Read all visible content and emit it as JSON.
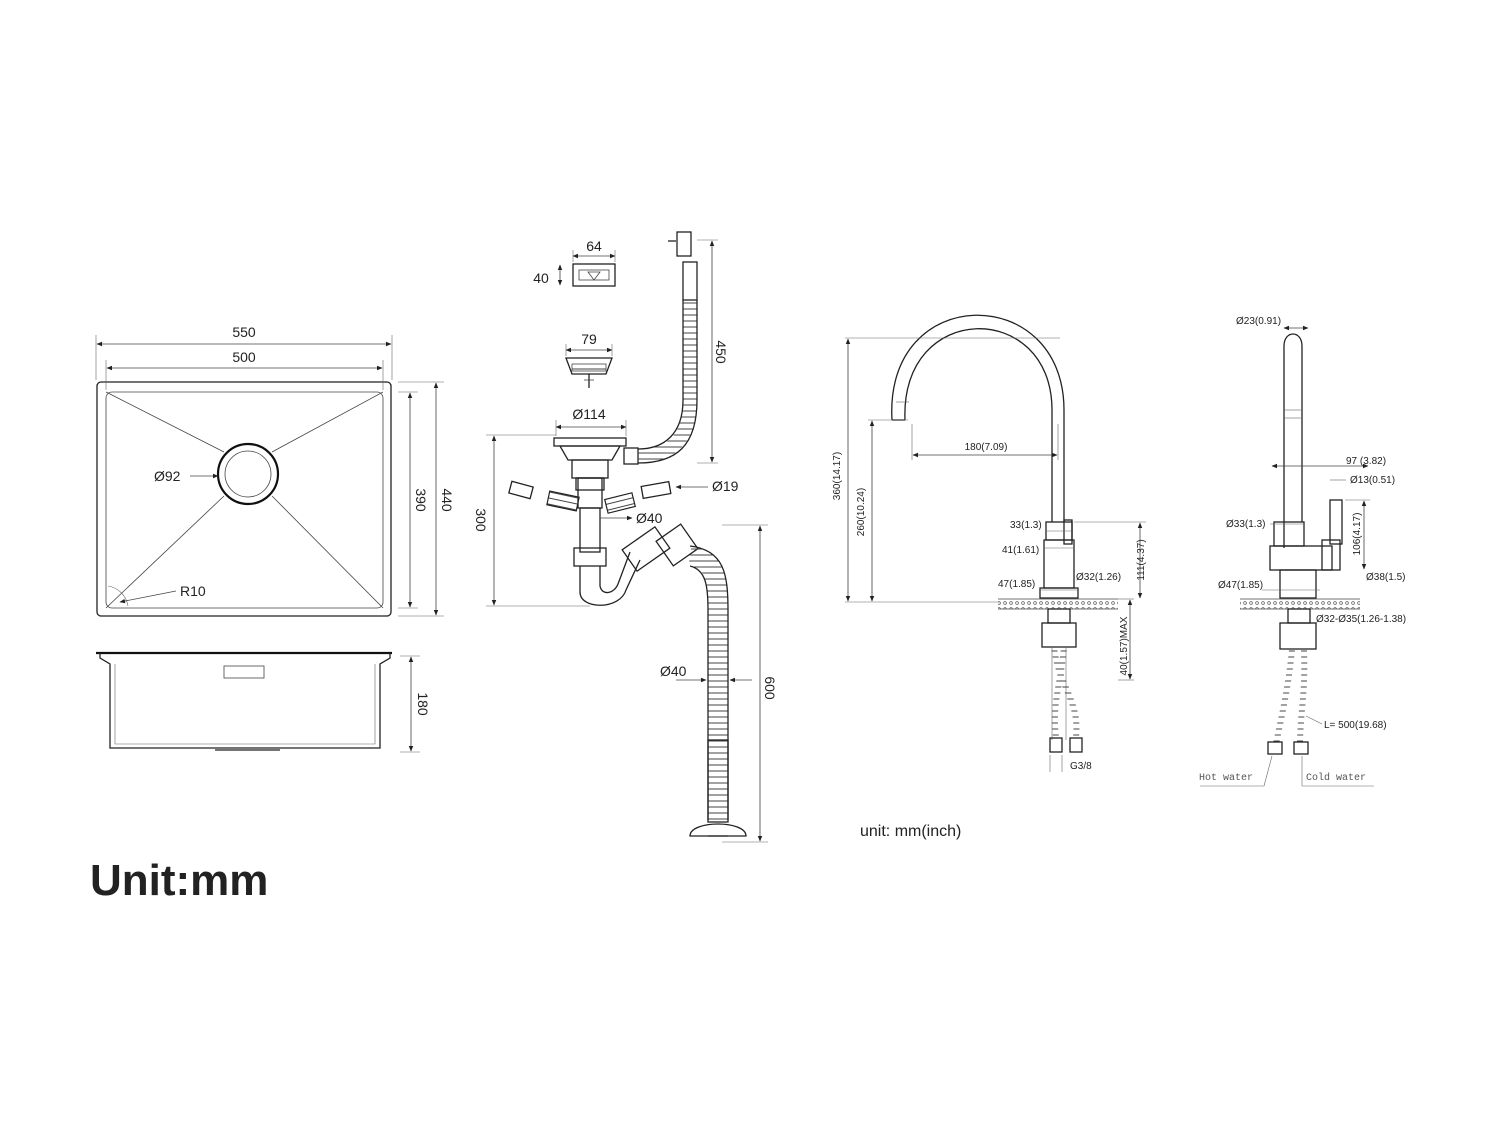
{
  "sink": {
    "outer_width": "550",
    "inner_width": "500",
    "drain_diameter": "Ø92",
    "corner_radius": "R10",
    "inner_depth": "390",
    "outer_depth": "440",
    "bowl_height": "180"
  },
  "drain_kit": {
    "overflow_width": "64",
    "overflow_height": "40",
    "basket_diameter": "79",
    "flange_diameter": "Ø114",
    "overflow_hose_length": "450",
    "trap_height": "300",
    "small_pipe_diameter": "Ø19",
    "trap_pipe_diameter": "Ø40",
    "waste_pipe_diameter": "Ø40",
    "waste_pipe_length": "600"
  },
  "faucet_front": {
    "total_height": "360(14.17)",
    "spout_height": "260(10.24)",
    "spout_reach": "180(7.09)",
    "handle_width": "33(1.3)",
    "body_width": "41(1.61)",
    "base_width": "47(1.85)",
    "shank_diameter": "Ø32(1.26)",
    "body_height": "111(4.37)",
    "max_deck_thickness": "40(1.57)MAX",
    "thread": "G3/8",
    "unit_note": "unit: mm(inch)"
  },
  "faucet_side": {
    "tip_diameter": "Ø23(0.91)",
    "handle_reach": "97 (3.82)",
    "lever_diameter": "Ø13(0.51)",
    "handle_height": "106(4.17)",
    "collar_diameter": "Ø33(1.3)",
    "handle_base_diameter": "Ø38(1.5)",
    "base_diameter": "Ø47(1.85)",
    "hole_range": "Ø32-Ø35(1.26-1.38)",
    "hose_length": "L= 500(19.68)",
    "hot_label": "Hot water",
    "cold_label": "Cold water"
  },
  "unit_label": "Unit:mm"
}
